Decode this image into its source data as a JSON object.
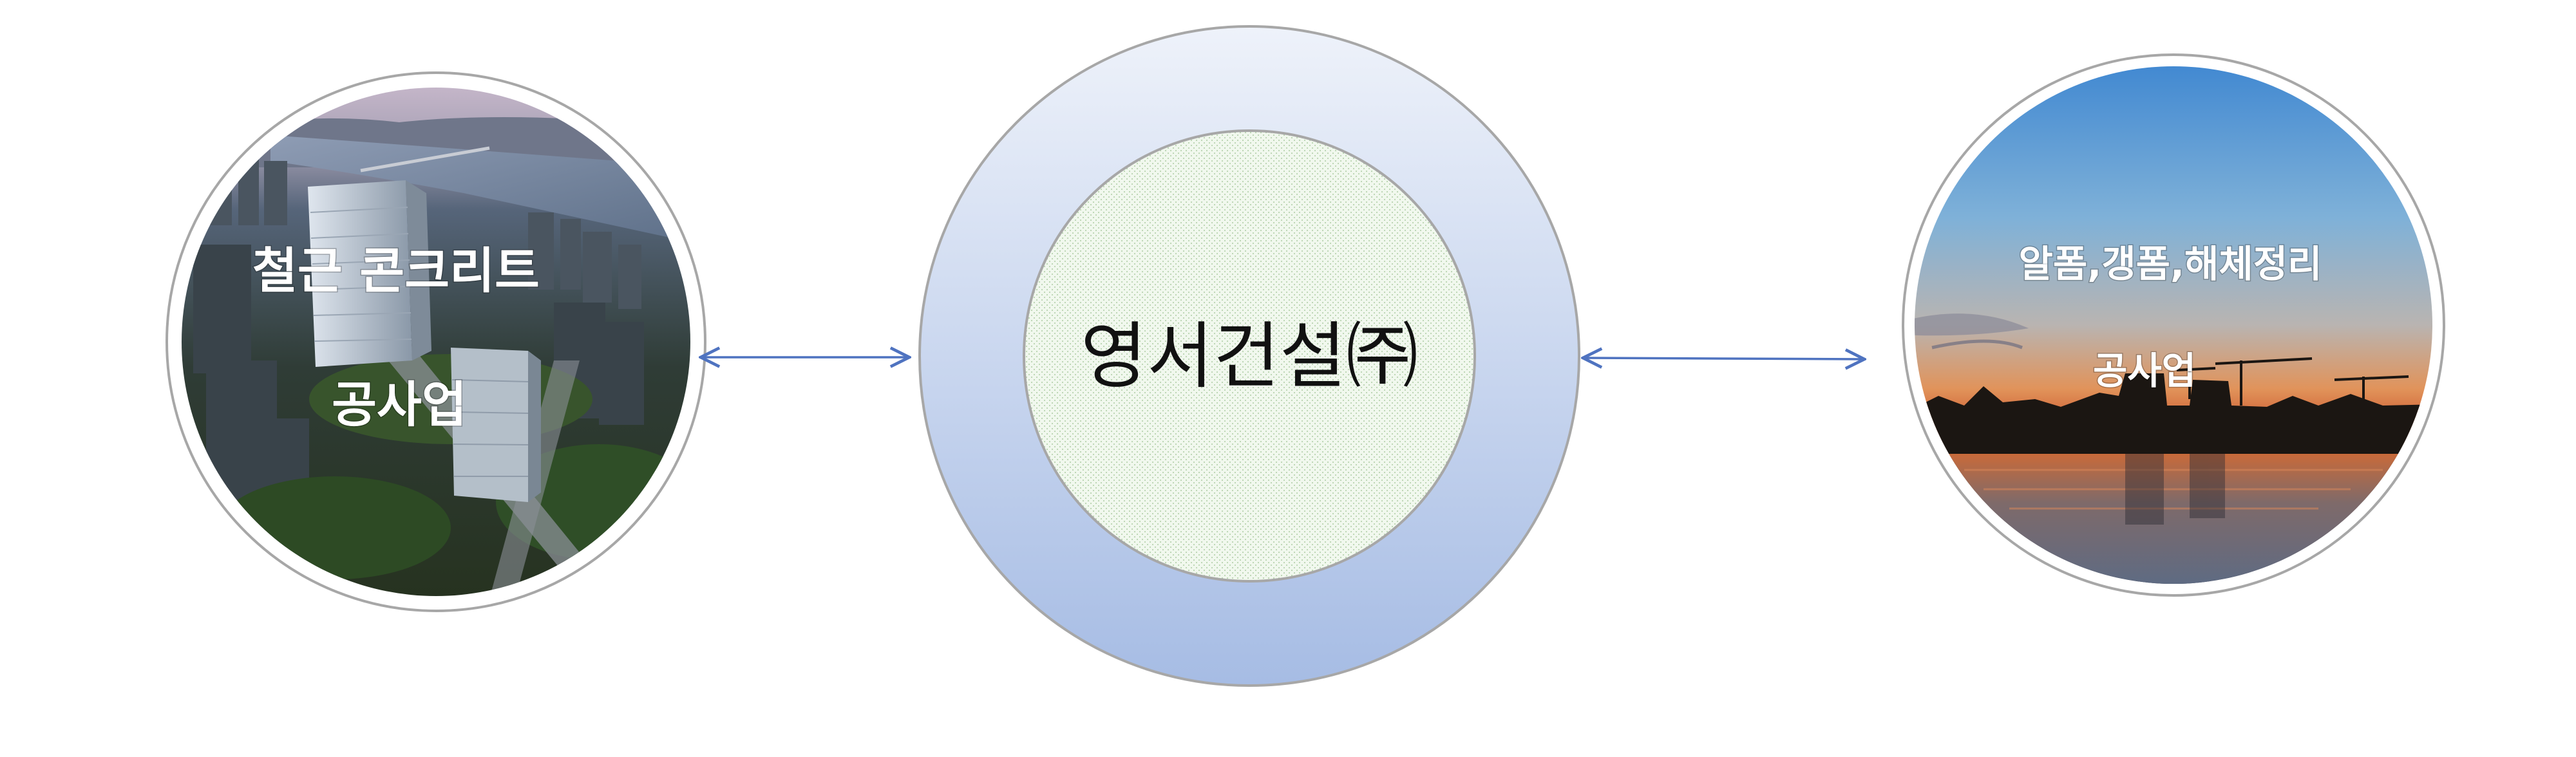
{
  "left_node": {
    "line1": "철근 콘크리트",
    "line2": "공사업"
  },
  "center_node": {
    "label": "영서건설㈜"
  },
  "right_node": {
    "line1": "알폼,갱폼,해체정리",
    "line2": "공사업"
  },
  "colors": {
    "connector": "#4f73c0",
    "ring_top": "#eef2fa",
    "ring_bottom": "#a6bce4",
    "inner_fill": "#ecf6e7",
    "outline": "#a7a7a7"
  }
}
